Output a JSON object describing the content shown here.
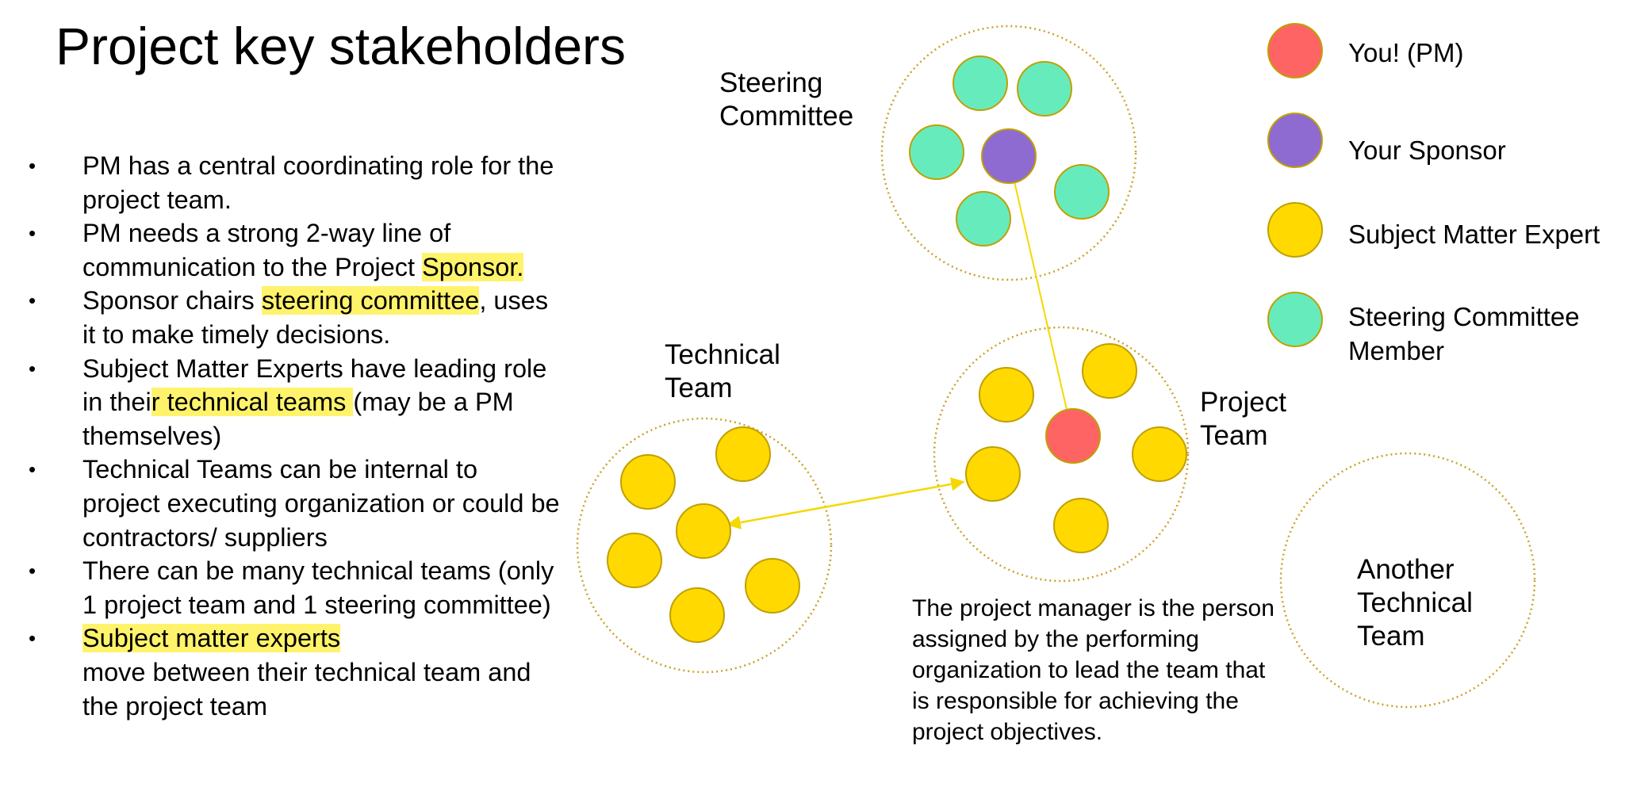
{
  "title": "Project key stakeholders",
  "bullets": [
    {
      "parts": [
        {
          "text": "PM has a central coordinating role for the project team."
        }
      ]
    },
    {
      "parts": [
        {
          "text": "PM needs a strong 2-way line of communication to the Project "
        },
        {
          "text": "Sponsor.",
          "hl": true
        }
      ]
    },
    {
      "parts": [
        {
          "text": "Sponsor chairs "
        },
        {
          "text": "steering committee",
          "hl": true
        },
        {
          "text": ", uses it to make timely decisions."
        }
      ]
    },
    {
      "parts": [
        {
          "text": "Subject Matter Experts have leading role in thei"
        },
        {
          "text": "r technical teams ",
          "hl": true
        },
        {
          "text": "(may be a PM themselves)"
        }
      ]
    },
    {
      "parts": [
        {
          "text": "Technical Teams can be internal to project executing organization or could be contractors/ suppliers"
        }
      ]
    },
    {
      "parts": [
        {
          "text": "There can be many technical teams (only 1 project team and 1 steering committee)"
        }
      ]
    },
    {
      "parts": [
        {
          "text": "Subject matter experts ",
          "hl": true
        },
        {
          "text": "move between their technical team and the project team",
          "br": true
        }
      ]
    }
  ],
  "labels": {
    "steering": "Steering\nCommittee",
    "technical": "Technical\nTeam",
    "project": "Project\nTeam",
    "another": "Another\nTechnical\nTeam"
  },
  "note": "The project manager is the person assigned by the performing organization to lead the team that is responsible for achieving the project objectives.",
  "legend": [
    {
      "label": "You! (PM)",
      "color": "#ff6464"
    },
    {
      "label": "Your Sponsor",
      "color": "#8e6bd0"
    },
    {
      "label": "Subject Matter Expert",
      "color": "#ffd900"
    },
    {
      "label": "Steering Committee\nMember",
      "color": "#66ecbc"
    }
  ],
  "colors": {
    "pm": "#ff6464",
    "sponsor": "#8e6bd0",
    "sme": "#ffd900",
    "committee": "#66ecbc",
    "group_outline": "#c9a227",
    "member_outline": "#c0a000",
    "arrow": "#f5d800",
    "highlight": "#fff36b"
  }
}
